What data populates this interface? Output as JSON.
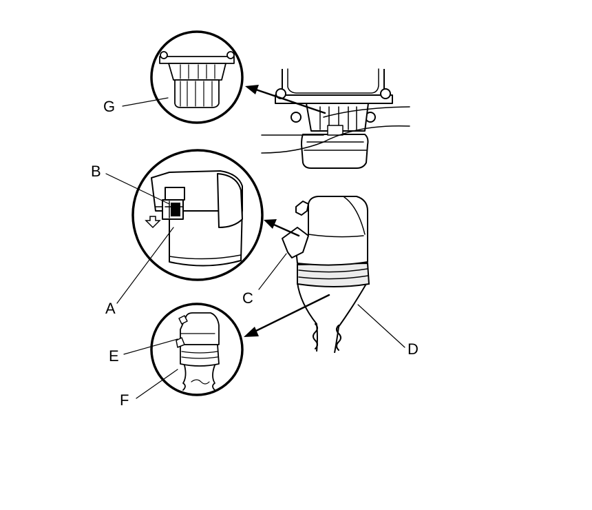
{
  "diagram": {
    "callouts": {
      "A": "A",
      "B": "B",
      "C": "C",
      "D": "D",
      "E": "E",
      "F": "F",
      "G": "G"
    },
    "colors": {
      "line": "#000000",
      "background": "#ffffff",
      "shade": "#e6e6e6"
    }
  }
}
